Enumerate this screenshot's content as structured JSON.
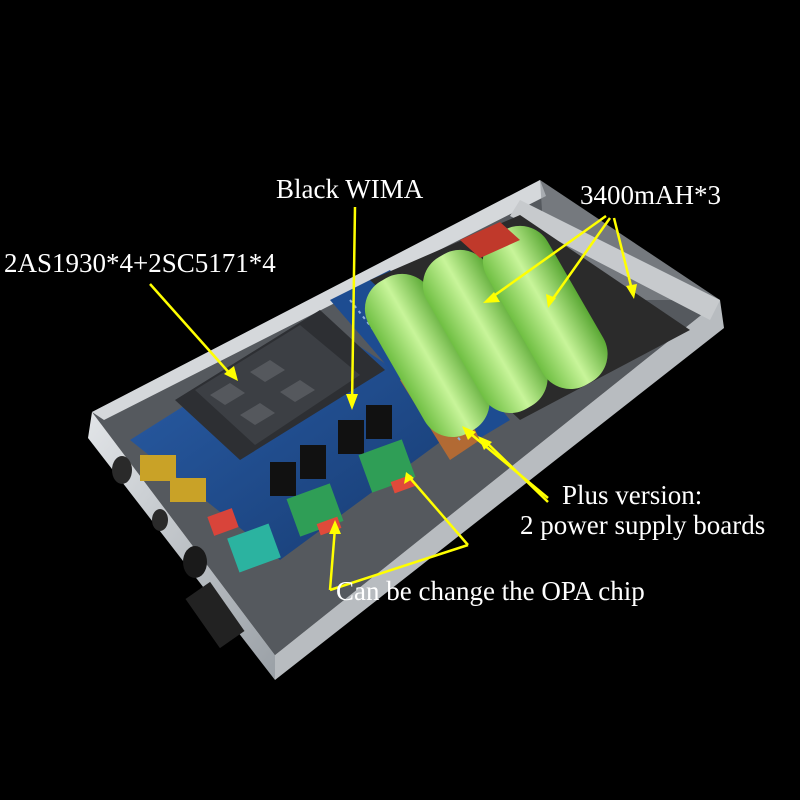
{
  "annotations": {
    "black_wima": "Black WIMA",
    "transistors": "2AS1930*4+2SC5171*4",
    "batteries": "3400mAH*3",
    "plus_version_line1": "Plus version:",
    "plus_version_line2": "2 power supply boards",
    "opa_chip": "Can be change the OPA chip"
  },
  "colors": {
    "background": "#000000",
    "arrow": "#ffff00",
    "label_text": "#ffffff",
    "battery": "#9fe06a",
    "case": "#c8ccd0",
    "pcb": "#1f4a8a"
  }
}
